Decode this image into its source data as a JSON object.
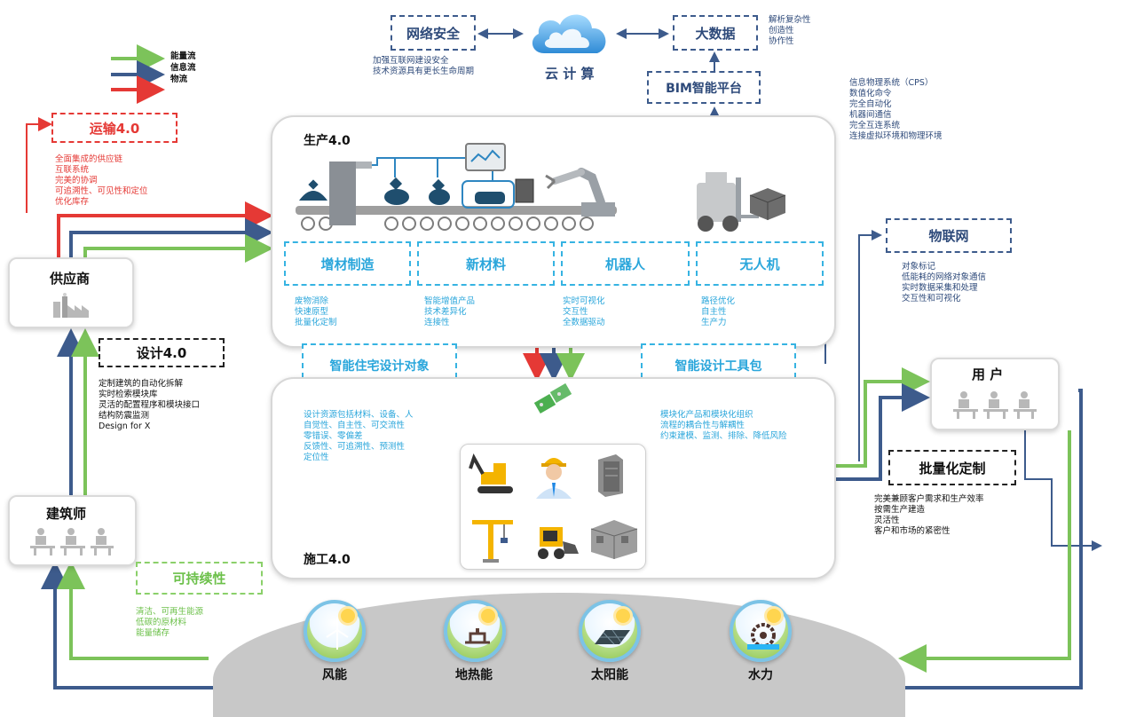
{
  "legend": {
    "energy_flow": "能量流",
    "info_flow": "信息流",
    "material_flow": "物流",
    "colors": {
      "energy": "#7cc35a",
      "info": "#3d5b8c",
      "material": "#e53935"
    }
  },
  "network_security": {
    "title": "网络安全",
    "lines": [
      "加强互联网建设安全",
      "技术资源具有更长生命周期"
    ]
  },
  "cloud": {
    "label": "云 计 算"
  },
  "big_data": {
    "title": "大数据",
    "lines": [
      "解析复杂性",
      "创造性",
      "协作性"
    ]
  },
  "bim": {
    "title": "BIM智能平台"
  },
  "cps": {
    "lines": [
      "信息物理系统（CPS）",
      "数值化命令",
      "完全自动化",
      "机器间通信",
      "完全互连系统",
      "连接虚拟环境和物理环境"
    ]
  },
  "transport": {
    "title": "运输4.0",
    "lines": [
      "全面集成的供应链",
      "互联系统",
      "完美的协调",
      "可追溯性、可见性和定位",
      "优化库存"
    ]
  },
  "production": {
    "title": "生产4.0",
    "columns": [
      {
        "title": "增材制造",
        "lines": [
          "废物消除",
          "快速原型",
          "批量化定制"
        ]
      },
      {
        "title": "新材料",
        "lines": [
          "智能增值产品",
          "技术差异化",
          "连接性"
        ]
      },
      {
        "title": "机器人",
        "lines": [
          "实时可视化",
          "交互性",
          "全数据驱动"
        ]
      },
      {
        "title": "无人机",
        "lines": [
          "路径优化",
          "自主性",
          "生产力"
        ]
      }
    ]
  },
  "supplier": {
    "label": "供应商"
  },
  "design40": {
    "title": "设计4.0",
    "lines": [
      "定制建筑的自动化拆解",
      "实时检索模块库",
      "灵活的配置程序和模块接口",
      "结构防震监测",
      "Design for X"
    ]
  },
  "architect": {
    "label": "建筑师"
  },
  "smart_home_design": {
    "title": "智能住宅设计对象"
  },
  "smart_design_tools": {
    "title": "智能设计工具包"
  },
  "construction": {
    "title": "施工4.0",
    "left_lines": [
      "设计资源包括材料、设备、人",
      "自觉性、自主性、可交流性",
      "零错误、零偏差",
      "反馈性、可追溯性、预测性",
      "定位性"
    ],
    "right_lines": [
      "模块化产品和模块化组织",
      "流程的耦合性与解耦性",
      "约束建模、监测、排除、降低风险"
    ]
  },
  "iot": {
    "title": "物联网",
    "lines": [
      "对象标记",
      "低能耗的网络对象通信",
      "实时数据采集和处理",
      "交互性和可视化"
    ]
  },
  "user": {
    "label": "用 户"
  },
  "mass_customization": {
    "title": "批量化定制",
    "lines": [
      "完美兼顾客户需求和生产效率",
      "按需生产建造",
      "灵活性",
      "客户和市场的紧密性"
    ]
  },
  "sustainability": {
    "title": "可持续性",
    "lines": [
      "清洁、可再生能源",
      "低碳的原材料",
      "能量储存"
    ]
  },
  "energy_sources": [
    {
      "label": "风能",
      "icon": "wind-turbine-icon"
    },
    {
      "label": "地热能",
      "icon": "geothermal-icon"
    },
    {
      "label": "太阳能",
      "icon": "solar-panel-icon"
    },
    {
      "label": "水力",
      "icon": "water-wheel-icon"
    }
  ]
}
